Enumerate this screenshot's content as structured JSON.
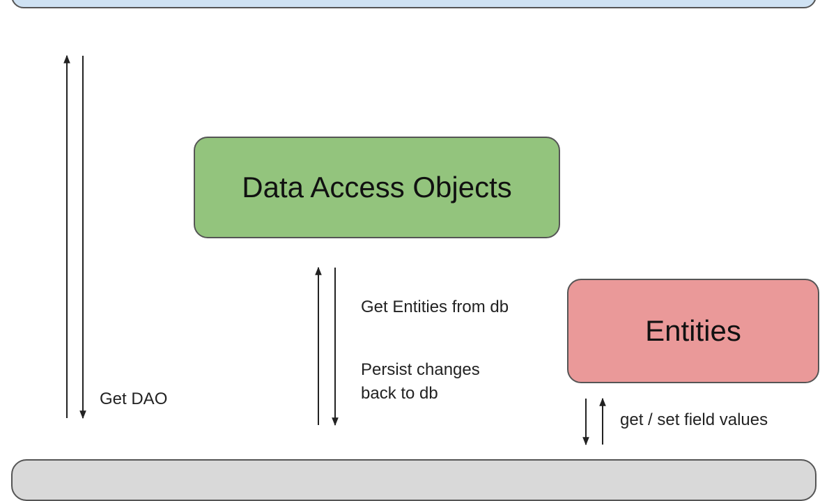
{
  "colors": {
    "top_layer_fill": "#cfe2f3",
    "dao_fill": "#93c47d",
    "entities_fill": "#ea9999",
    "bottom_layer_fill": "#d9d9d9",
    "border": "#555555",
    "arrow": "#222222"
  },
  "nodes": {
    "dao": {
      "label": "Data Access Objects"
    },
    "entities": {
      "label": "Entities"
    }
  },
  "edges": {
    "get_dao": {
      "label": "Get DAO"
    },
    "get_entities": {
      "label": "Get Entities from db"
    },
    "persist": {
      "label_line1": "Persist changes",
      "label_line2": "back to db"
    },
    "field_values": {
      "label": "get / set field values"
    }
  }
}
